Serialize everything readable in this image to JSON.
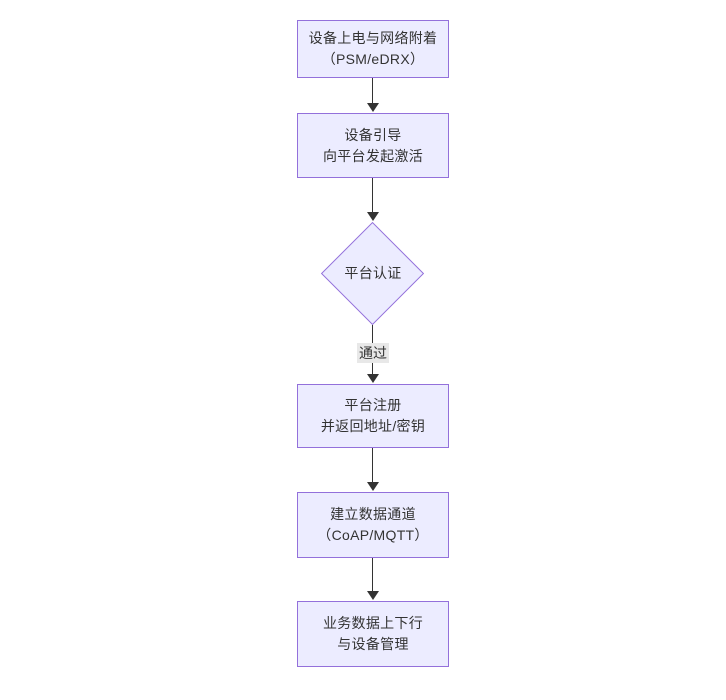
{
  "diagram": {
    "type": "flowchart",
    "direction": "top-down",
    "colors": {
      "node_fill": "#ECECFF",
      "node_border": "#9370DB",
      "text": "#333333",
      "arrow": "#333333",
      "edge_label_bg": "#e8e8e8",
      "canvas_bg": "#ffffff"
    },
    "nodes": [
      {
        "id": "power-attach",
        "shape": "rect",
        "line1": "设备上电与网络附着",
        "line2": "（PSM/eDRX）"
      },
      {
        "id": "bootstrap",
        "shape": "rect",
        "line1": "设备引导",
        "line2": "向平台发起激活"
      },
      {
        "id": "platform-auth",
        "shape": "diamond",
        "line1": "平台认证",
        "line2": ""
      },
      {
        "id": "platform-register",
        "shape": "rect",
        "line1": "平台注册",
        "line2": "并返回地址/密钥"
      },
      {
        "id": "data-channel",
        "shape": "rect",
        "line1": "建立数据通道",
        "line2": "（CoAP/MQTT）"
      },
      {
        "id": "business-data",
        "shape": "rect",
        "line1": "业务数据上下行",
        "line2": "与设备管理"
      }
    ],
    "edges": [
      {
        "from": "power-attach",
        "to": "bootstrap",
        "label": ""
      },
      {
        "from": "bootstrap",
        "to": "platform-auth",
        "label": ""
      },
      {
        "from": "platform-auth",
        "to": "platform-register",
        "label": "通过"
      },
      {
        "from": "platform-register",
        "to": "data-channel",
        "label": ""
      },
      {
        "from": "data-channel",
        "to": "business-data",
        "label": ""
      }
    ]
  }
}
